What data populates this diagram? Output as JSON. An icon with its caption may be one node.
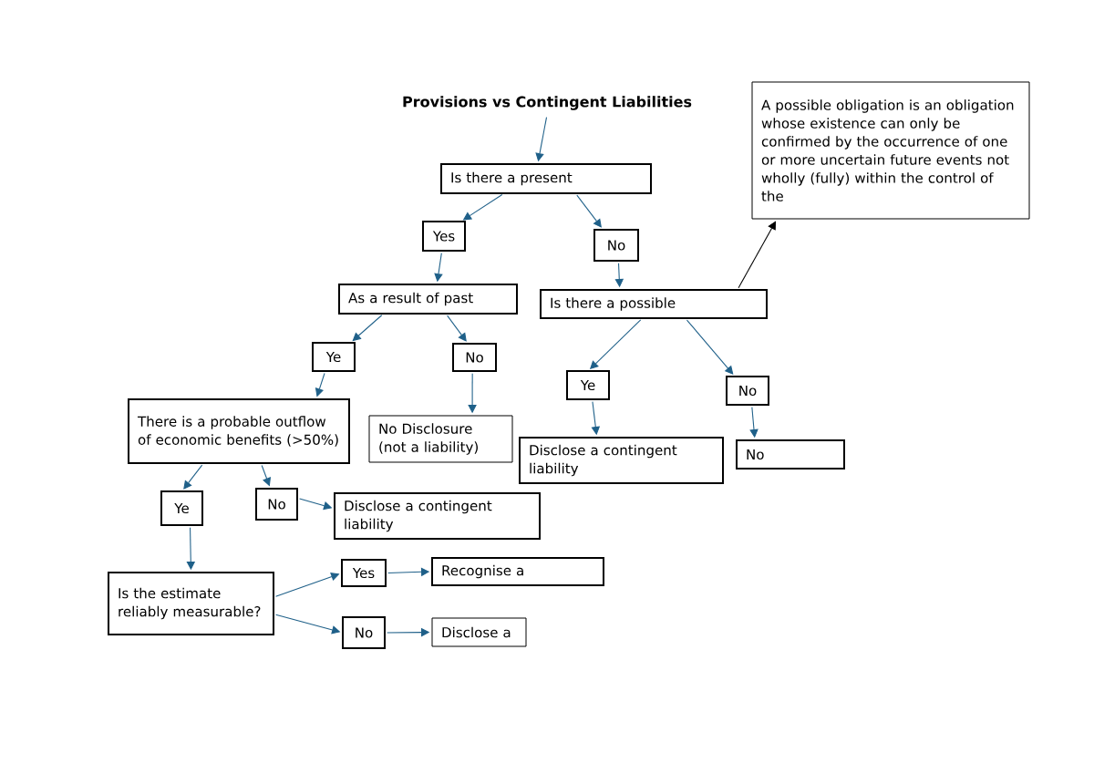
{
  "diagram": {
    "nodes": [
      {
        "text": [
          "Provisions vs Contingent Liabilities"
        ]
      },
      {
        "text": [
          "A possible obligation is an obligation whose existence can only be confirmed by the occurrence of one or more uncertain future events not wholly (fully) within the control of the"
        ]
      },
      {
        "text": [
          "Is there a present"
        ]
      },
      {
        "text": [
          "Yes"
        ]
      },
      {
        "text": [
          "No"
        ]
      },
      {
        "text": [
          "As a result of past"
        ]
      },
      {
        "text": [
          "Is there a possible"
        ]
      },
      {
        "text": [
          "Ye"
        ]
      },
      {
        "text": [
          "No"
        ]
      },
      {
        "text": [
          "Ye"
        ]
      },
      {
        "text": [
          "No"
        ]
      },
      {
        "text": [
          "There is a probable outflow of economic benefits (>50%)"
        ]
      },
      {
        "text": [
          "No Disclosure (not a liability)"
        ]
      },
      {
        "text": [
          "Disclose a contingent liability"
        ]
      },
      {
        "text": [
          "No"
        ]
      },
      {
        "text": [
          "Ye"
        ]
      },
      {
        "text": [
          "No"
        ]
      },
      {
        "text": [
          "Disclose a contingent liability"
        ]
      },
      {
        "text": [
          "Is the estimate reliably measurable?"
        ]
      },
      {
        "text": [
          "Yes"
        ]
      },
      {
        "text": [
          "Recognise a"
        ]
      },
      {
        "text": [
          "No"
        ]
      },
      {
        "text": [
          "Disclose a"
        ]
      }
    ],
    "edges": [
      {
        "from": 0,
        "to": 2,
        "arrow": "to"
      },
      {
        "from": 2,
        "to": 3,
        "arrow": "to"
      },
      {
        "from": 2,
        "to": 4,
        "arrow": "to"
      },
      {
        "from": 3,
        "to": 5,
        "arrow": "to"
      },
      {
        "from": 4,
        "to": 6,
        "arrow": "to"
      },
      {
        "from": 6,
        "to": 1,
        "arrow": "to",
        "color": "#000000"
      },
      {
        "from": 5,
        "to": 7,
        "arrow": "to"
      },
      {
        "from": 5,
        "to": 8,
        "arrow": "to"
      },
      {
        "from": 7,
        "to": 11,
        "arrow": "to"
      },
      {
        "from": 8,
        "to": 12,
        "arrow": "to"
      },
      {
        "from": 6,
        "to": 9,
        "arrow": "to"
      },
      {
        "from": 6,
        "to": 10,
        "arrow": "to"
      },
      {
        "from": 9,
        "to": 13,
        "arrow": "to"
      },
      {
        "from": 10,
        "to": 14,
        "arrow": "to"
      },
      {
        "from": 11,
        "to": 15,
        "arrow": "to"
      },
      {
        "from": 11,
        "to": 16,
        "arrow": "to"
      },
      {
        "from": 16,
        "to": 17,
        "arrow": "to"
      },
      {
        "from": 15,
        "to": 18,
        "arrow": "to"
      },
      {
        "from": 18,
        "to": 19,
        "arrow": "to"
      },
      {
        "from": 18,
        "to": 21,
        "arrow": "to"
      },
      {
        "from": 19,
        "to": 20,
        "arrow": "to"
      },
      {
        "from": 21,
        "to": 22,
        "arrow": "to"
      }
    ]
  }
}
